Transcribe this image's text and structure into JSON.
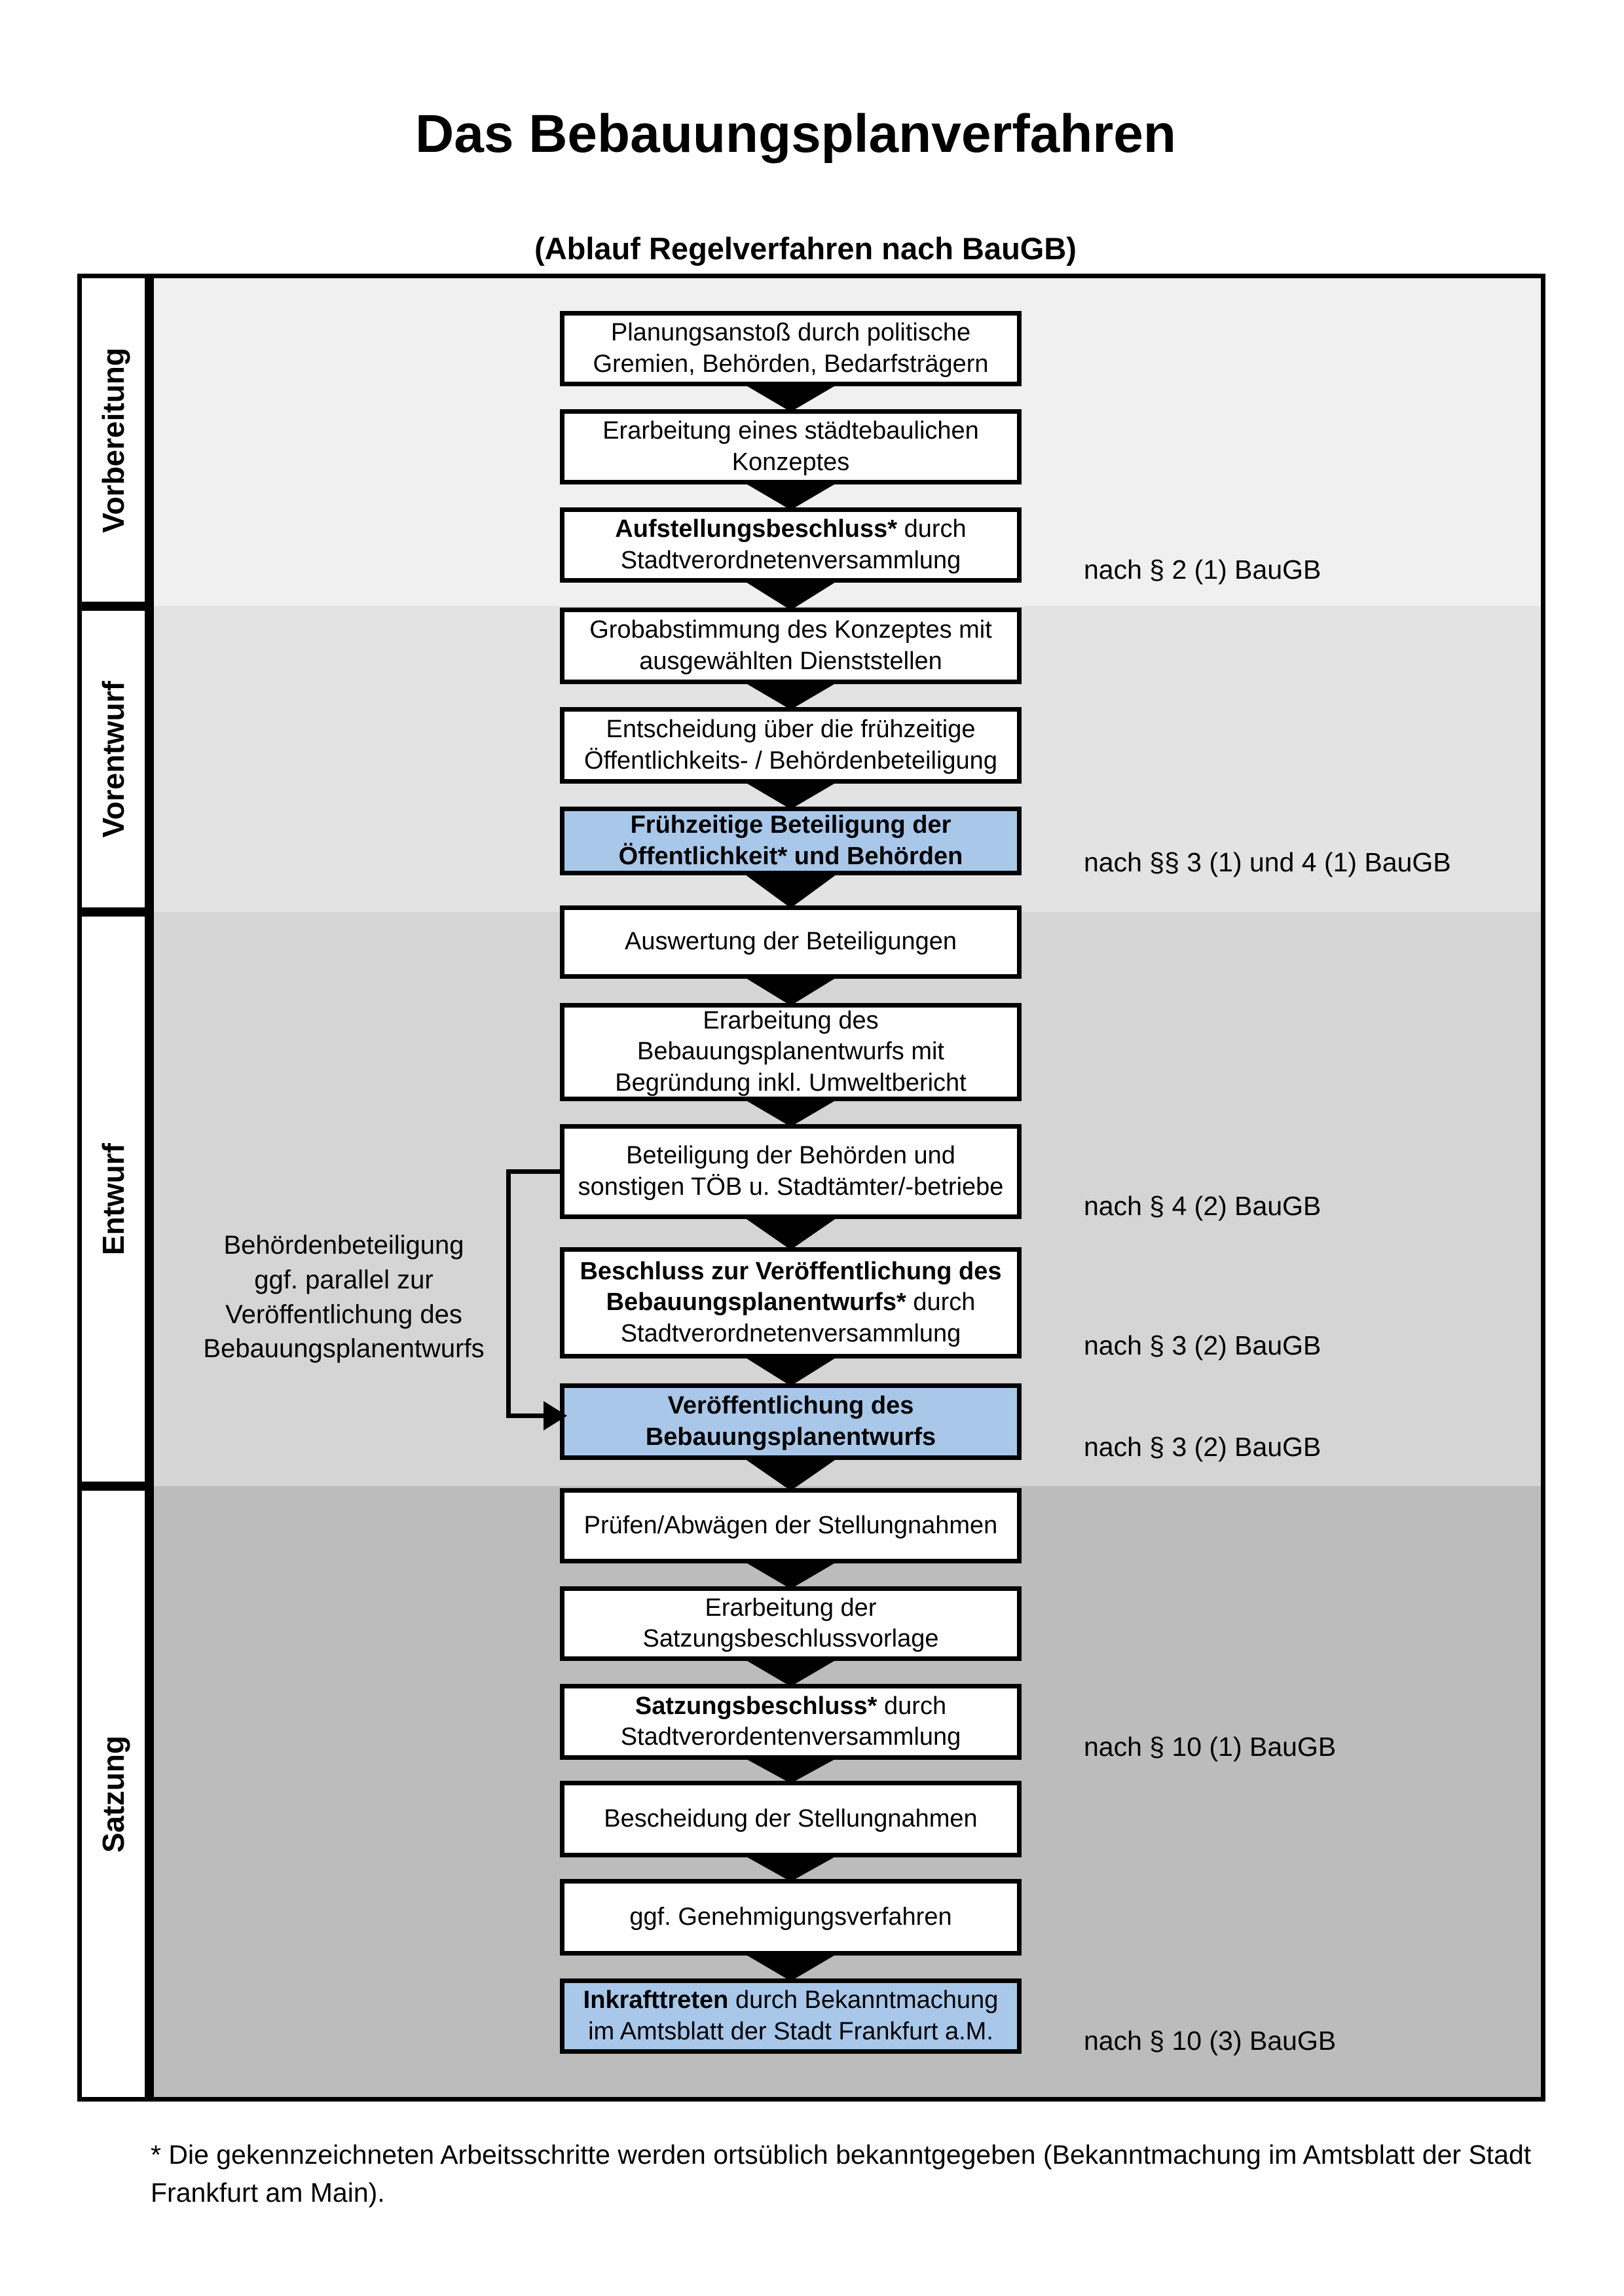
{
  "title": "Das Bebauungsplanverfahren",
  "subtitle": "(Ablauf Regelverfahren nach BauGB)",
  "colors": {
    "highlight_box": "#a9c7e9",
    "box_background": "#ffffff",
    "box_border": "#000000",
    "phase_bands": [
      "#f0f0f0",
      "#e3e3e3",
      "#d5d5d5",
      "#bcbcbc"
    ]
  },
  "phases": [
    {
      "label": "Vorbereitung"
    },
    {
      "label": "Vorentwurf"
    },
    {
      "label": "Entwurf"
    },
    {
      "label": "Satzung"
    }
  ],
  "steps": [
    {
      "phase": 0,
      "highlighted": false,
      "annotation": null,
      "lines": [
        [
          {
            "text": "Planungsanstoß durch politische",
            "bold": false
          }
        ],
        [
          {
            "text": "Gremien, Behörden, Bedarfsträgern",
            "bold": false
          }
        ]
      ]
    },
    {
      "phase": 0,
      "highlighted": false,
      "annotation": null,
      "lines": [
        [
          {
            "text": "Erarbeitung eines städtebaulichen",
            "bold": false
          }
        ],
        [
          {
            "text": "Konzeptes",
            "bold": false
          }
        ]
      ]
    },
    {
      "phase": 0,
      "highlighted": false,
      "annotation": "nach § 2 (1) BauGB",
      "lines": [
        [
          {
            "text": "Aufstellungsbeschluss*",
            "bold": true
          },
          {
            "text": " durch",
            "bold": false
          }
        ],
        [
          {
            "text": "Stadtverordnetenversammlung",
            "bold": false
          }
        ]
      ]
    },
    {
      "phase": 1,
      "highlighted": false,
      "annotation": null,
      "lines": [
        [
          {
            "text": "Grobabstimmung des Konzeptes mit",
            "bold": false
          }
        ],
        [
          {
            "text": "ausgewählten Dienststellen",
            "bold": false
          }
        ]
      ]
    },
    {
      "phase": 1,
      "highlighted": false,
      "annotation": null,
      "lines": [
        [
          {
            "text": "Entscheidung über die frühzeitige",
            "bold": false
          }
        ],
        [
          {
            "text": "Öffentlichkeits- / Behördenbeteiligung",
            "bold": false
          }
        ]
      ]
    },
    {
      "phase": 1,
      "highlighted": true,
      "annotation": "nach §§ 3 (1) und 4 (1) BauGB",
      "lines": [
        [
          {
            "text": "Frühzeitige Beteiligung der",
            "bold": true
          }
        ],
        [
          {
            "text": "Öffentlichkeit* und Behörden",
            "bold": true
          }
        ]
      ]
    },
    {
      "phase": 2,
      "highlighted": false,
      "annotation": null,
      "lines": [
        [
          {
            "text": "Auswertung der Beteiligungen",
            "bold": false
          }
        ]
      ]
    },
    {
      "phase": 2,
      "highlighted": false,
      "annotation": null,
      "lines": [
        [
          {
            "text": "Erarbeitung des",
            "bold": false
          }
        ],
        [
          {
            "text": "Bebauungsplanentwurfs mit",
            "bold": false
          }
        ],
        [
          {
            "text": "Begründung inkl. Umweltbericht",
            "bold": false
          }
        ]
      ]
    },
    {
      "phase": 2,
      "highlighted": false,
      "annotation": "nach § 4 (2) BauGB",
      "lines": [
        [
          {
            "text": "Beteiligung der Behörden und",
            "bold": false
          }
        ],
        [
          {
            "text": "sonstigen TÖB u. Stadtämter/-betriebe",
            "bold": false
          }
        ]
      ]
    },
    {
      "phase": 2,
      "highlighted": false,
      "annotation": "nach § 3 (2) BauGB",
      "lines": [
        [
          {
            "text": "Beschluss zur Veröffentlichung des",
            "bold": true
          }
        ],
        [
          {
            "text": "Bebauungsplanentwurfs*",
            "bold": true
          },
          {
            "text": " durch",
            "bold": false
          }
        ],
        [
          {
            "text": "Stadtverordnetenversammlung",
            "bold": false
          }
        ]
      ]
    },
    {
      "phase": 2,
      "highlighted": true,
      "annotation": "nach § 3 (2) BauGB",
      "lines": [
        [
          {
            "text": "Veröffentlichung des",
            "bold": true
          }
        ],
        [
          {
            "text": "Bebauungsplanentwurfs",
            "bold": true
          }
        ]
      ]
    },
    {
      "phase": 3,
      "highlighted": false,
      "annotation": null,
      "lines": [
        [
          {
            "text": "Prüfen/Abwägen der Stellungnahmen",
            "bold": false
          }
        ]
      ]
    },
    {
      "phase": 3,
      "highlighted": false,
      "annotation": null,
      "lines": [
        [
          {
            "text": "Erarbeitung der",
            "bold": false
          }
        ],
        [
          {
            "text": "Satzungsbeschlussvorlage",
            "bold": false
          }
        ]
      ]
    },
    {
      "phase": 3,
      "highlighted": false,
      "annotation": "nach § 10 (1) BauGB",
      "lines": [
        [
          {
            "text": "Satzungsbeschluss*",
            "bold": true
          },
          {
            "text": " durch",
            "bold": false
          }
        ],
        [
          {
            "text": "Stadtverordentenversammlung",
            "bold": false
          }
        ]
      ]
    },
    {
      "phase": 3,
      "highlighted": false,
      "annotation": null,
      "lines": [
        [
          {
            "text": "Bescheidung der Stellungnahmen",
            "bold": false
          }
        ]
      ]
    },
    {
      "phase": 3,
      "highlighted": false,
      "annotation": null,
      "lines": [
        [
          {
            "text": "ggf. Genehmigungsverfahren",
            "bold": false
          }
        ]
      ]
    },
    {
      "phase": 3,
      "highlighted": true,
      "annotation": "nach § 10 (3) BauGB",
      "lines": [
        [
          {
            "text": "Inkrafttreten",
            "bold": true
          },
          {
            "text": " durch Bekanntmachung",
            "bold": false
          }
        ],
        [
          {
            "text": "im Amtsblatt der Stadt Frankfurt a.M.",
            "bold": false
          }
        ]
      ]
    }
  ],
  "side_note": {
    "text": "Behördenbeteiligung\nggf. parallel zur\nVeröffentlichung des\nBebauungsplanentwurfs"
  },
  "footnote": {
    "text": "* Die gekennzeichneten Arbeitsschritte werden ortsüblich bekanntgegeben (Bekanntmachung im Amtsblatt  der Stadt\nFrankfurt am Main)."
  }
}
